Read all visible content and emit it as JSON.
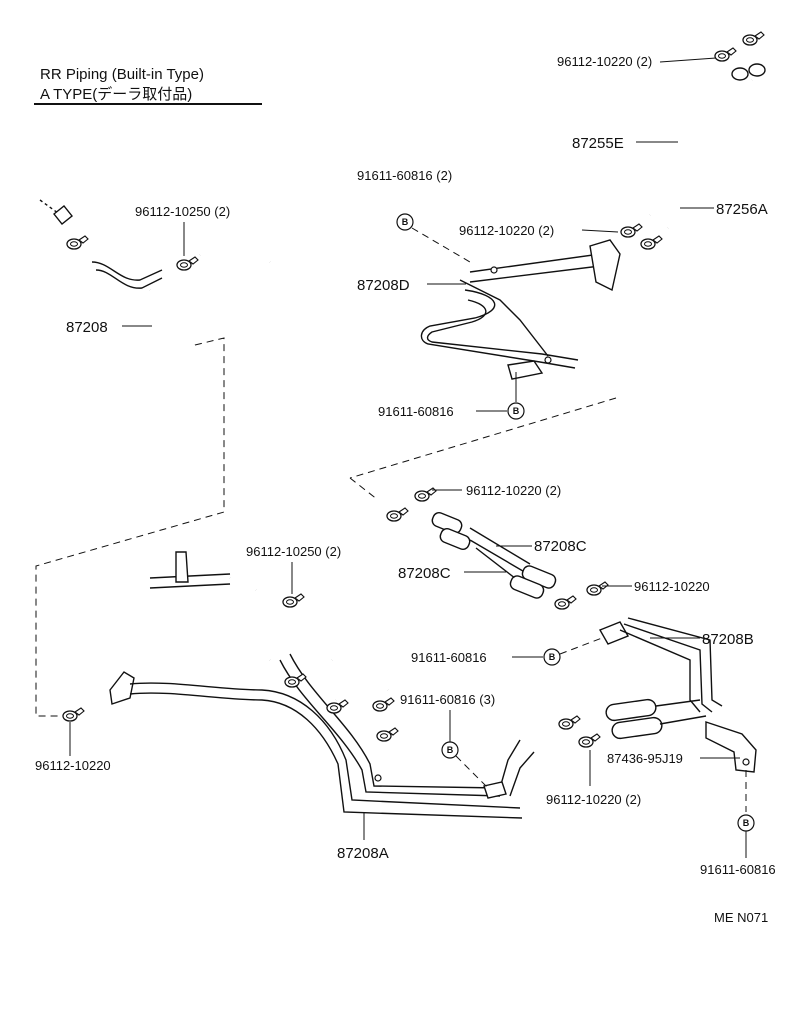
{
  "header": {
    "title_line1": "RR  Piping (Built-in Type)",
    "title_line2": "A  TYPE(デーラ取付品)"
  },
  "footer": {
    "code": "ME  N071"
  },
  "bolt_symbol": "B",
  "callouts": {
    "clamp_top": "96112-10220 (2)",
    "hose_87255E": "87255E",
    "hose_87256A": "87256A",
    "bolt_91611_top": "91611-60816 (2)",
    "clamp_mid": "96112-10220 (2)",
    "pipe_87208D": "87208D",
    "bolt_91611_mid": "91611-60816",
    "clamp_left_top": "96112-10250 (2)",
    "hose_87208": "87208",
    "clamp_center": "96112-10220 (2)",
    "pipe_87208C_a": "87208C",
    "pipe_87208C_b": "87208C",
    "clamp_right_c": "96112-10220",
    "clamp_left_mid": "96112-10250 (2)",
    "pipe_87208B": "87208B",
    "bolt_91611_b": "91611-60816",
    "bolt_91611_3": "91611-60816 (3)",
    "bracket_87436": "87436-95J19",
    "clamp_lower_right": "96112-10220 (2)",
    "clamp_left_bottom": "96112-10220",
    "pipe_87208A": "87208A",
    "bolt_91611_bottom": "91611-60816"
  }
}
